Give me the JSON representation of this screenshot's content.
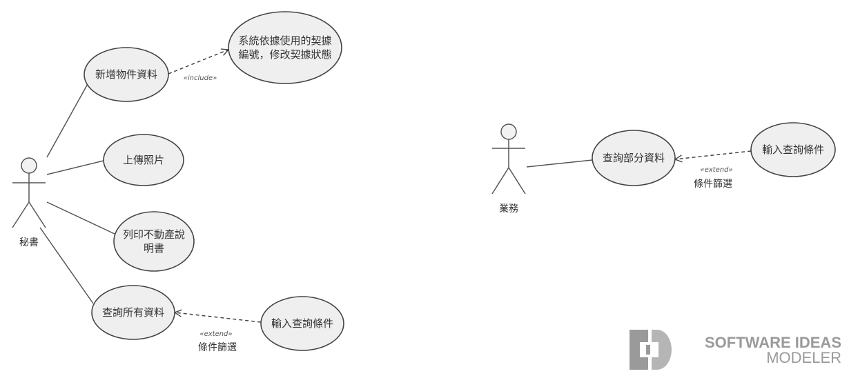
{
  "actors": {
    "secretary": {
      "name": "秘書"
    },
    "sales": {
      "name": "業務"
    }
  },
  "use_cases": {
    "add_property": {
      "line1": "新增物件資料"
    },
    "system_update": {
      "line1": "系統依據使用的契據",
      "line2": "編號，修改契據狀態"
    },
    "upload_photo": {
      "line1": "上傳照片"
    },
    "print_manual": {
      "line1": "列印不動產說",
      "line2": "明書"
    },
    "query_all": {
      "line1": "查詢所有資料"
    },
    "input_query_left": {
      "line1": "輸入查詢條件"
    },
    "query_partial": {
      "line1": "查詢部分資料"
    },
    "input_query_right": {
      "line1": "輸入查詢條件"
    }
  },
  "relations": {
    "include_label": "«include»",
    "extend_left_label": "«extend»",
    "extend_left_guard": "條件篩選",
    "extend_right_label": "«extend»",
    "extend_right_guard": "條件篩選"
  },
  "watermark": {
    "line1": "SOFTWARE IDEAS",
    "line2": "MODELER"
  },
  "colors": {
    "usecase_fill": "#efefef",
    "stroke": "#444444",
    "watermark": "#9a9a9a"
  }
}
